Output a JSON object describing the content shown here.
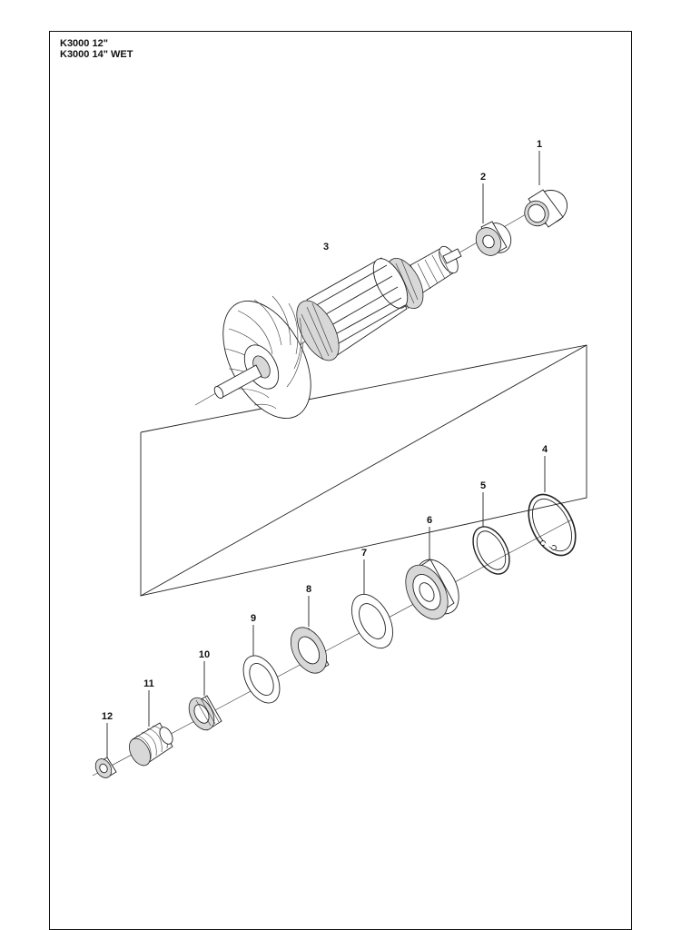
{
  "header": {
    "model_line_1": "K3000 12\"",
    "model_line_2": "K3000 14\" WET"
  },
  "callouts": [
    {
      "id": "1",
      "label": "1"
    },
    {
      "id": "2",
      "label": "2"
    },
    {
      "id": "3",
      "label": "3"
    },
    {
      "id": "4",
      "label": "4"
    },
    {
      "id": "5",
      "label": "5"
    },
    {
      "id": "6",
      "label": "6"
    },
    {
      "id": "7",
      "label": "7"
    },
    {
      "id": "8",
      "label": "8"
    },
    {
      "id": "9",
      "label": "9"
    },
    {
      "id": "10",
      "label": "10"
    },
    {
      "id": "11",
      "label": "11"
    },
    {
      "id": "12",
      "label": "12"
    }
  ]
}
